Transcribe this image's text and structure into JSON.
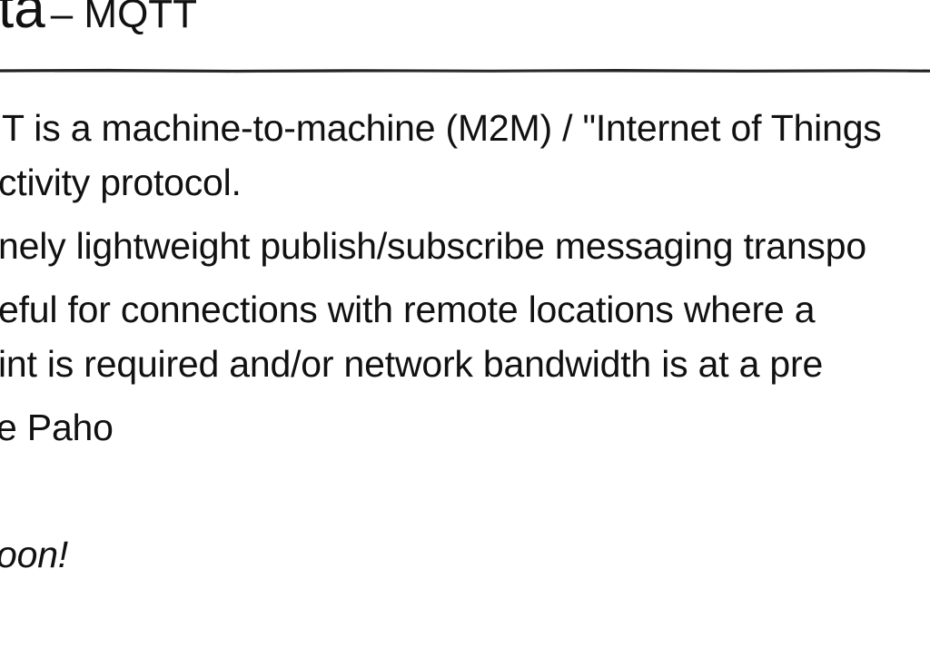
{
  "title": {
    "main": "ta",
    "sub": "– MQTT"
  },
  "lines": [
    "T is a machine-to-machine (M2M) / \"Internet of Things",
    "ctivity protocol.",
    "nely lightweight publish/subscribe messaging transpo",
    "eful for connections with remote locations where a",
    "int is required and/or network bandwidth is at a pre",
    "e Paho",
    "oon!"
  ],
  "colors": {
    "text": "#111111",
    "background": "#ffffff",
    "rule": "#222222"
  }
}
